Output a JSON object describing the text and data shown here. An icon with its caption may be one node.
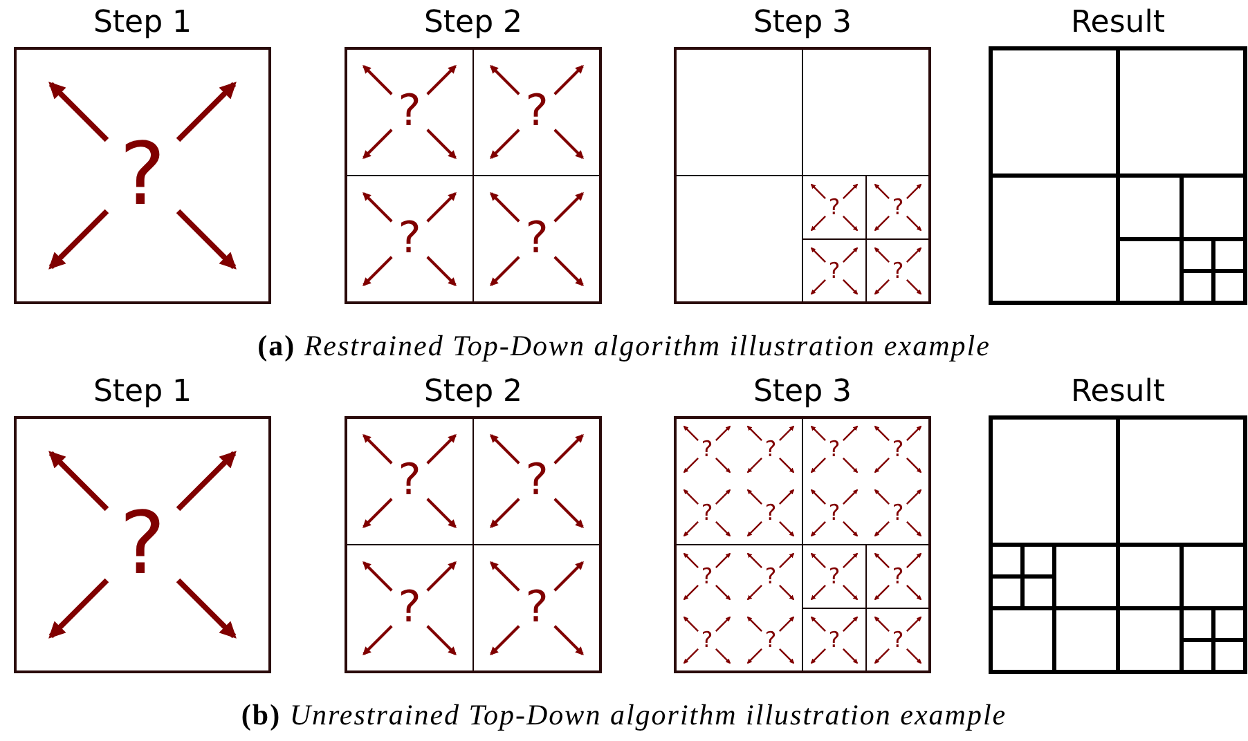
{
  "diagram": {
    "labels": [
      "Step 1",
      "Step 2",
      "Step 3",
      "Result",
      "?",
      "?",
      "?",
      "?",
      "?",
      "?",
      "?",
      "?",
      "?",
      "**(a)** *Restrained Top-Down algorithm illustration example*",
      "Step 1",
      "Step 2",
      "Step 3",
      "Result",
      "?",
      "?",
      "?",
      "?",
      "?",
      "?",
      "?",
      "?",
      "?",
      "?",
      "?",
      "?",
      "?",
      "?",
      "?",
      "?",
      "?",
      "?",
      "?",
      "?",
      "?",
      "**(b)** *Unrestrained Top-Down algorithm illustration example*"
    ]
  }
}
